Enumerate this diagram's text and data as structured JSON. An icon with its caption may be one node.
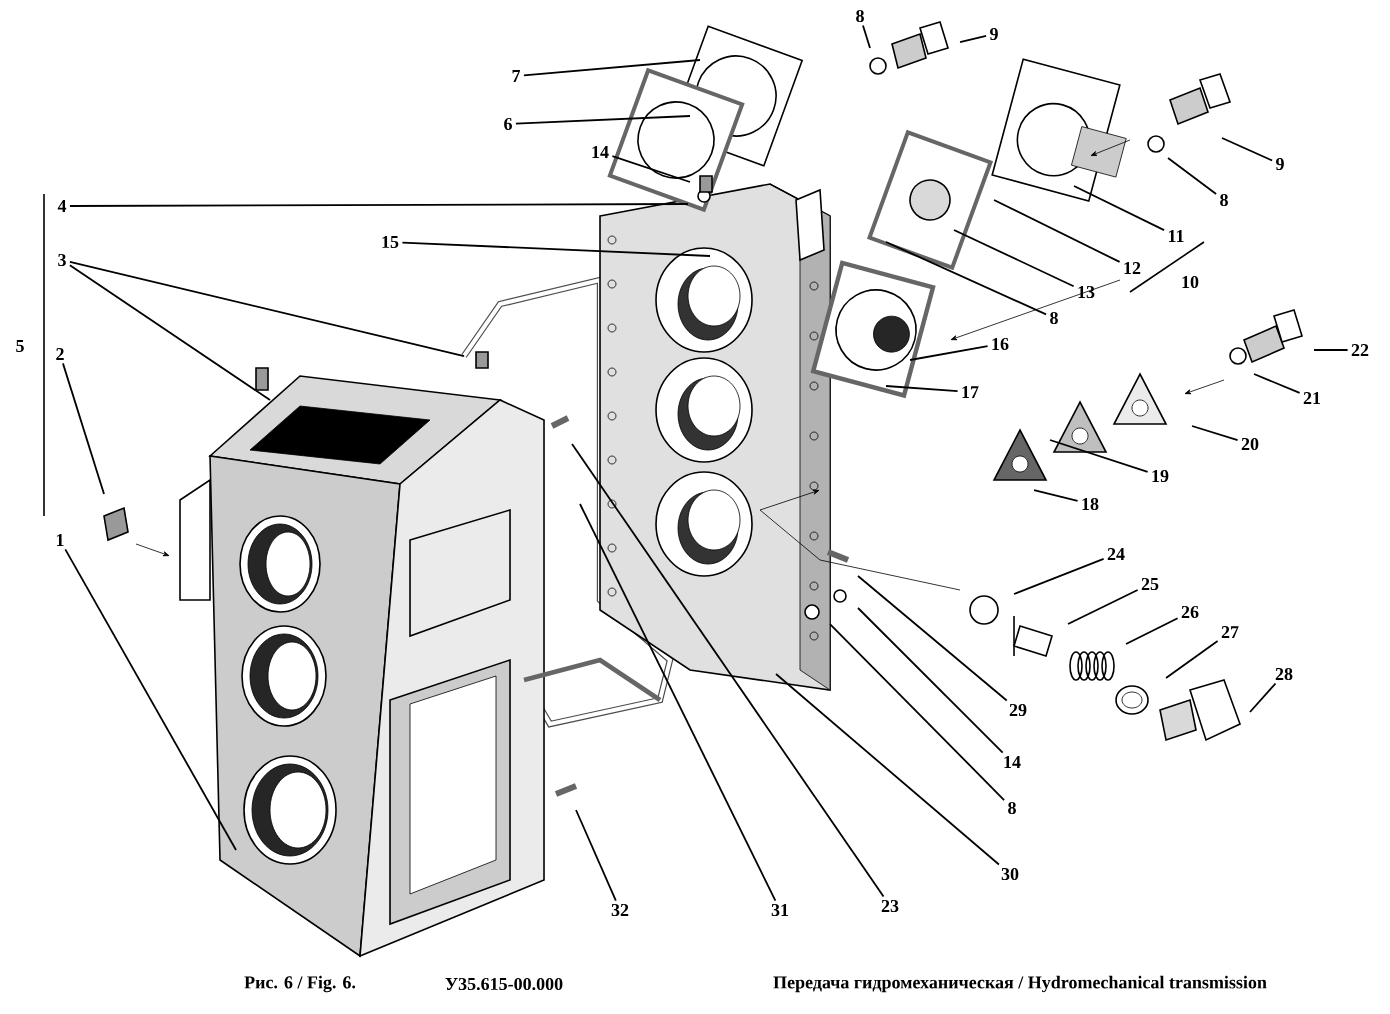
{
  "diagram": {
    "caption": "Передача гидромеханическая / Hydromechanical transmission",
    "nodes": [
      {
        "text": [
          "8"
        ]
      },
      {
        "text": [
          "9"
        ]
      },
      {
        "text": [
          "7"
        ]
      },
      {
        "text": [
          "6"
        ]
      },
      {
        "text": [
          "14"
        ]
      },
      {
        "text": [
          "9"
        ]
      },
      {
        "text": [
          "4"
        ]
      },
      {
        "text": [
          "8"
        ]
      },
      {
        "text": [
          "11"
        ]
      },
      {
        "text": [
          "15"
        ]
      },
      {
        "text": [
          "3"
        ]
      },
      {
        "text": [
          "12"
        ]
      },
      {
        "text": [
          "13"
        ]
      },
      {
        "text": [
          "8"
        ]
      },
      {
        "text": [
          "16"
        ]
      },
      {
        "text": [
          "22"
        ]
      },
      {
        "text": [
          "2"
        ]
      },
      {
        "text": [
          "17"
        ]
      },
      {
        "text": [
          "21"
        ]
      },
      {
        "text": [
          "20"
        ]
      },
      {
        "text": [
          "19"
        ]
      },
      {
        "text": [
          "18"
        ]
      },
      {
        "text": [
          "1"
        ]
      },
      {
        "text": [
          "24"
        ]
      },
      {
        "text": [
          "25"
        ]
      },
      {
        "text": [
          "26"
        ]
      },
      {
        "text": [
          "27"
        ]
      },
      {
        "text": [
          "28"
        ]
      },
      {
        "text": [
          "29"
        ]
      },
      {
        "text": [
          "14"
        ]
      },
      {
        "text": [
          "8"
        ]
      },
      {
        "text": [
          "30"
        ]
      },
      {
        "text": [
          "31"
        ]
      },
      {
        "text": [
          "23"
        ]
      },
      {
        "text": [
          "32"
        ]
      }
    ],
    "edges": [
      {
        "from": 0,
        "to": null,
        "arrow": "none"
      },
      {
        "from": 1,
        "to": null,
        "arrow": "none"
      },
      {
        "from": 2,
        "to": null,
        "arrow": "none"
      },
      {
        "from": 3,
        "to": null,
        "arrow": "none"
      },
      {
        "from": 4,
        "to": null,
        "arrow": "none"
      },
      {
        "from": 5,
        "to": null,
        "arrow": "none"
      },
      {
        "from": 6,
        "to": null,
        "arrow": "none"
      },
      {
        "from": 7,
        "to": null,
        "arrow": "none"
      },
      {
        "from": 8,
        "to": null,
        "arrow": "none"
      },
      {
        "from": 9,
        "to": null,
        "arrow": "none"
      },
      {
        "from": 10,
        "to": null,
        "arrow": "none"
      },
      {
        "from": 10,
        "to": null,
        "arrow": "none"
      },
      {
        "from": 11,
        "to": null,
        "arrow": "none"
      },
      {
        "from": 12,
        "to": null,
        "arrow": "none"
      },
      {
        "from": 13,
        "to": null,
        "arrow": "none"
      },
      {
        "from": 14,
        "to": null,
        "arrow": "none"
      },
      {
        "from": 15,
        "to": null,
        "arrow": "none"
      },
      {
        "from": 16,
        "to": null,
        "arrow": "none"
      },
      {
        "from": 17,
        "to": null,
        "arrow": "none"
      },
      {
        "from": 18,
        "to": null,
        "arrow": "none"
      },
      {
        "from": 19,
        "to": null,
        "arrow": "none"
      },
      {
        "from": 20,
        "to": null,
        "arrow": "none"
      },
      {
        "from": 21,
        "to": null,
        "arrow": "none"
      },
      {
        "from": 22,
        "to": null,
        "arrow": "none"
      },
      {
        "from": 23,
        "to": null,
        "arrow": "none"
      },
      {
        "from": 24,
        "to": null,
        "arrow": "none"
      },
      {
        "from": 25,
        "to": null,
        "arrow": "none"
      },
      {
        "from": 26,
        "to": null,
        "arrow": "none"
      },
      {
        "from": 27,
        "to": null,
        "arrow": "none"
      },
      {
        "from": 28,
        "to": null,
        "arrow": "none"
      },
      {
        "from": 29,
        "to": null,
        "arrow": "none"
      },
      {
        "from": 30,
        "to": null,
        "arrow": "none"
      },
      {
        "from": 31,
        "to": null,
        "arrow": "none"
      },
      {
        "from": 32,
        "to": null,
        "arrow": "none"
      },
      {
        "from": 33,
        "to": null,
        "arrow": "none"
      },
      {
        "from": 34,
        "to": null,
        "arrow": "none"
      }
    ],
    "labels": [
      "5",
      "10",
      "Рис. 6 / Fig. 6.",
      "У35.615-00.000"
    ]
  }
}
